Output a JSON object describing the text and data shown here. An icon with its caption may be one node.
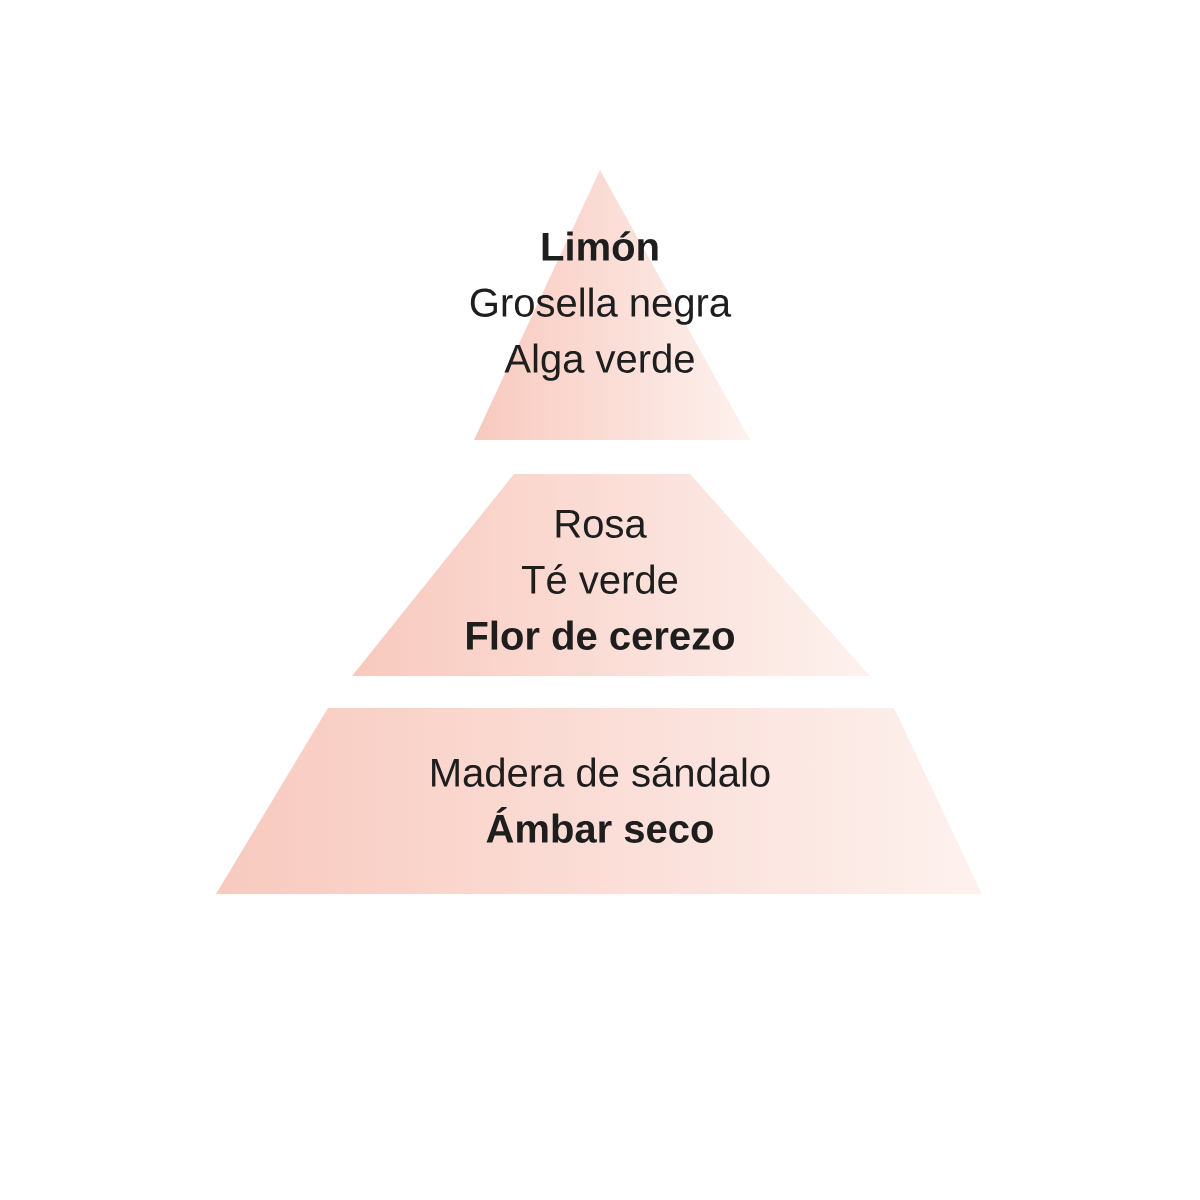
{
  "diagram": {
    "nodes": [
      {
        "text": [
          "**Limón**",
          "Grosella negra",
          "Alga verde"
        ]
      },
      {
        "text": [
          "Rosa",
          "Té verde",
          "**Flor de cerezo**"
        ]
      },
      {
        "text": [
          "Madera de sándalo",
          "**Ámbar seco**"
        ]
      }
    ]
  }
}
